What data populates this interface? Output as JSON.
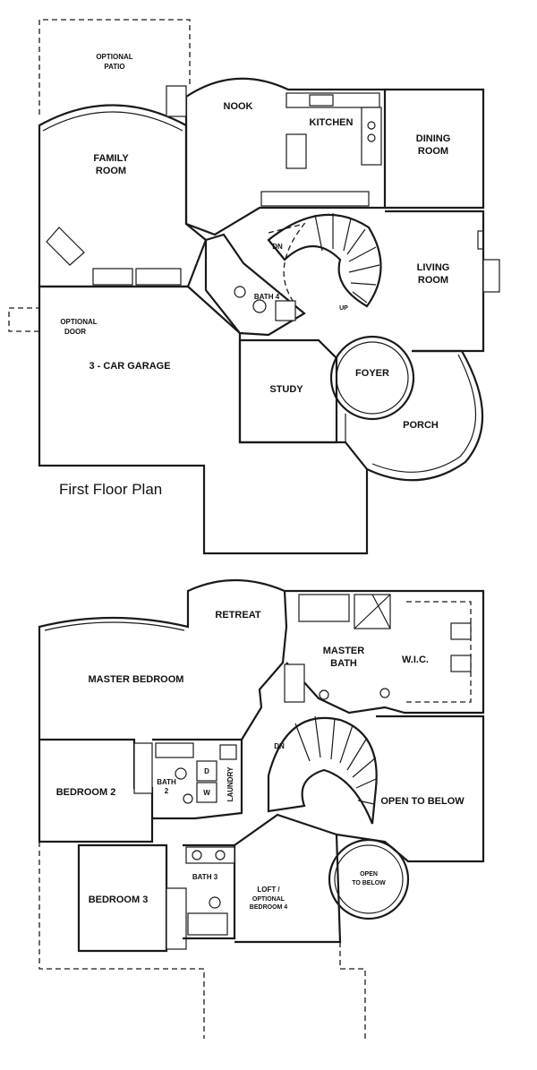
{
  "caption": "First Floor Plan",
  "first_floor": {
    "optional_patio": [
      "OPTIONAL",
      "PATIO"
    ],
    "family_room": [
      "FAMILY",
      "ROOM"
    ],
    "nook": "NOOK",
    "kitchen": "KITCHEN",
    "dining_room": [
      "DINING",
      "ROOM"
    ],
    "living_room": [
      "LIVING",
      "ROOM"
    ],
    "stair_dn": "DN",
    "stair_up": "UP",
    "bath4": "BATH 4",
    "optional_door": [
      "OPTIONAL",
      "DOOR"
    ],
    "garage": "3 - CAR GARAGE",
    "study": "STUDY",
    "foyer": "FOYER",
    "porch": "PORCH"
  },
  "second_floor": {
    "retreat": "RETREAT",
    "master_bedroom": "MASTER BEDROOM",
    "master_bath": [
      "MASTER",
      "BATH"
    ],
    "wic": "W.I.C.",
    "stair_dn": "DN",
    "bedroom2": "BEDROOM 2",
    "bath2": [
      "BATH",
      "2"
    ],
    "d": "D",
    "w": "W",
    "laundry": "LAUNDRY",
    "open_to_below": "OPEN TO BELOW",
    "bath3": "BATH 3",
    "bedroom3": "BEDROOM 3",
    "loft": [
      "LOFT /",
      "OPTIONAL",
      "BEDROOM 4"
    ],
    "open_to_below_round": [
      "OPEN",
      "TO BELOW"
    ]
  }
}
